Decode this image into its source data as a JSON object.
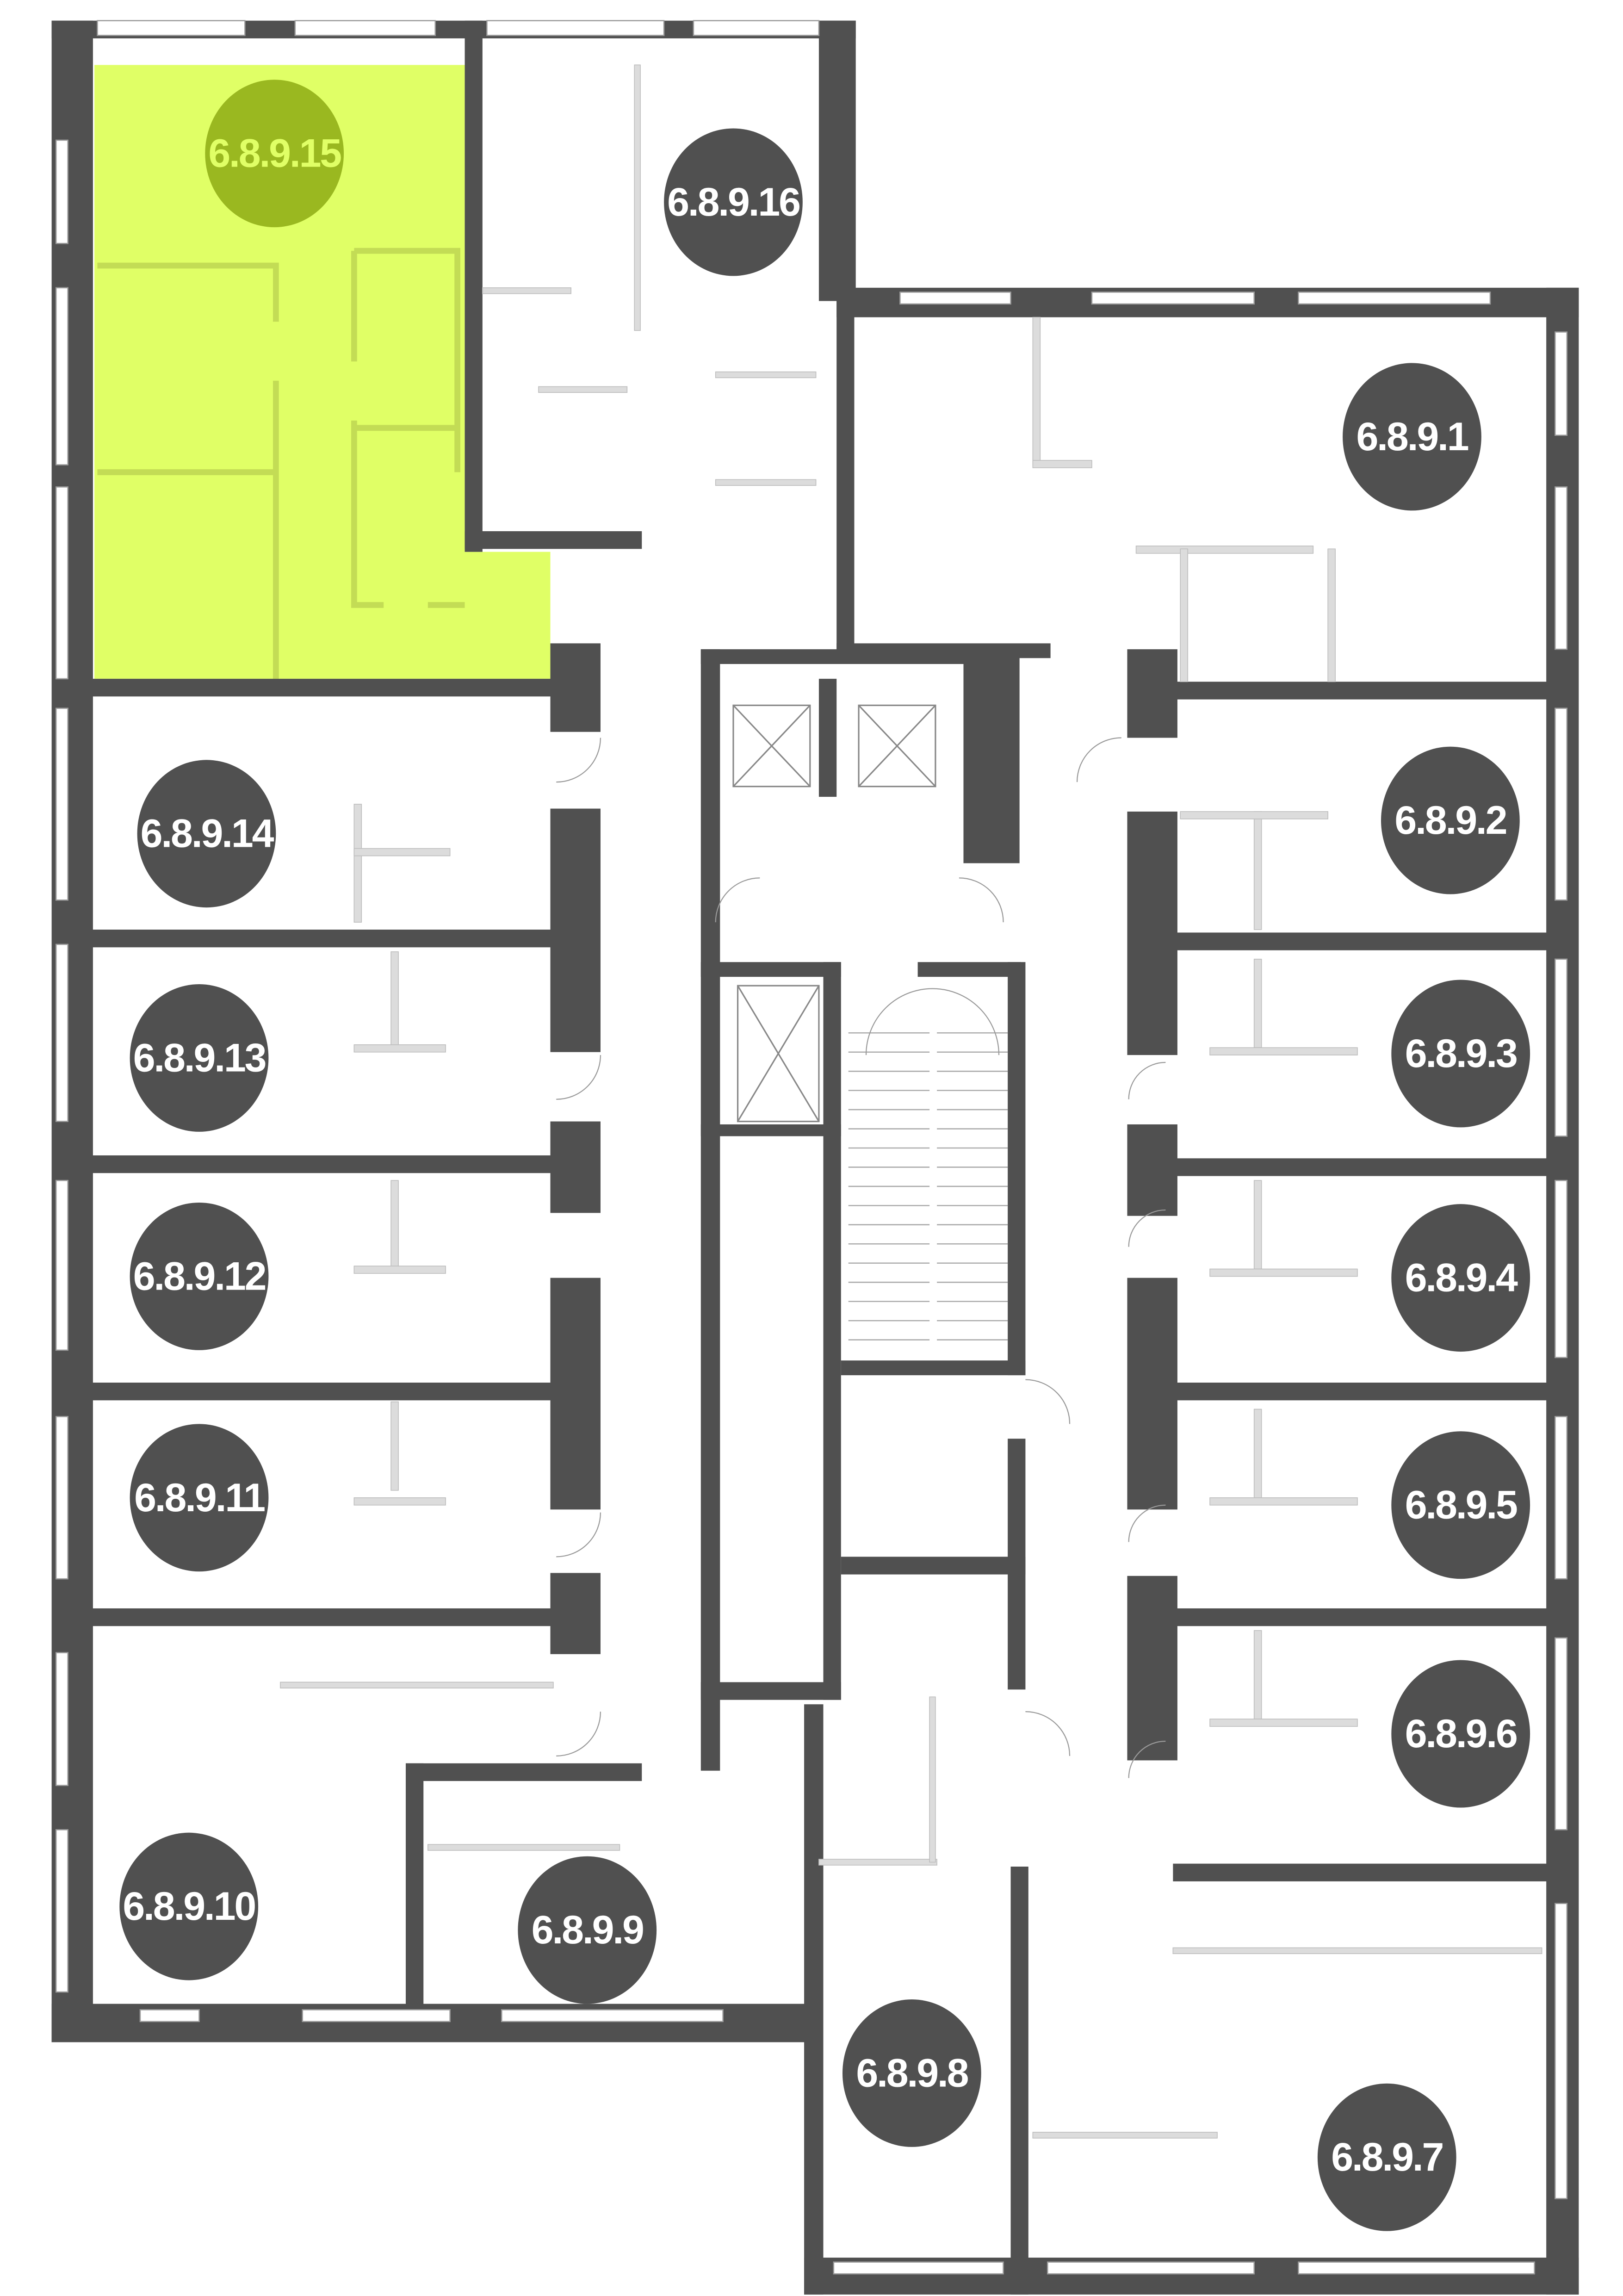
{
  "plan": {
    "floor_code": "6.8.9",
    "highlighted_unit": "6.8.9.15",
    "colors": {
      "wall": "#505050",
      "highlight_fill": "#e0ff66",
      "highlight_badge": "#9ab820",
      "highlight_text": "#e0ff66",
      "badge": "#505050",
      "badge_text": "#ffffff"
    },
    "units": [
      {
        "id": "u15",
        "label": "6.8.9.15"
      },
      {
        "id": "u16",
        "label": "6.8.9.16"
      },
      {
        "id": "u1",
        "label": "6.8.9.1"
      },
      {
        "id": "u14",
        "label": "6.8.9.14"
      },
      {
        "id": "u2",
        "label": "6.8.9.2"
      },
      {
        "id": "u13",
        "label": "6.8.9.13"
      },
      {
        "id": "u3",
        "label": "6.8.9.3"
      },
      {
        "id": "u12",
        "label": "6.8.9.12"
      },
      {
        "id": "u4",
        "label": "6.8.9.4"
      },
      {
        "id": "u11",
        "label": "6.8.9.11"
      },
      {
        "id": "u5",
        "label": "6.8.9.5"
      },
      {
        "id": "u10",
        "label": "6.8.9.10"
      },
      {
        "id": "u6",
        "label": "6.8.9.6"
      },
      {
        "id": "u9",
        "label": "6.8.9.9"
      },
      {
        "id": "u8",
        "label": "6.8.9.8"
      },
      {
        "id": "u7",
        "label": "6.8.9.7"
      }
    ]
  }
}
